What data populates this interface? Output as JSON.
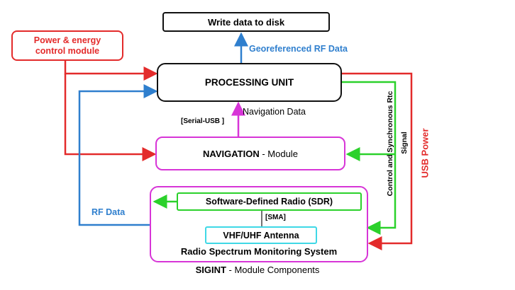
{
  "nodes": {
    "write_disk": "Write data to disk",
    "power_module": "Power & energy\ncontrol module",
    "processing": "PROCESSING UNIT",
    "navigation_bold": "NAVIGATION",
    "navigation_rest": " - Module",
    "sdr": "Software-Defined Radio (SDR)",
    "antenna": "VHF/UHF Antenna",
    "rsms": "Radio Spectrum Monitoring System"
  },
  "edges": {
    "georef": "Georeferenced RF Data",
    "nav_data": "Navigation Data",
    "serial_usb": "[Serial-USB ]",
    "rf_data": "RF Data",
    "sma": "[SMA]",
    "usb_power": "USB Power",
    "control_sync": "Control and Synchronous Rtc",
    "signal": "Signal"
  },
  "footer": {
    "bold": "SIGINT",
    "rest": " - Module Components"
  },
  "colors": {
    "red": "#e32b2b",
    "blue": "#2f7fce",
    "green": "#2bd12b",
    "magenta": "#d735d7",
    "cyan": "#3fd8e6",
    "black": "#111111"
  }
}
